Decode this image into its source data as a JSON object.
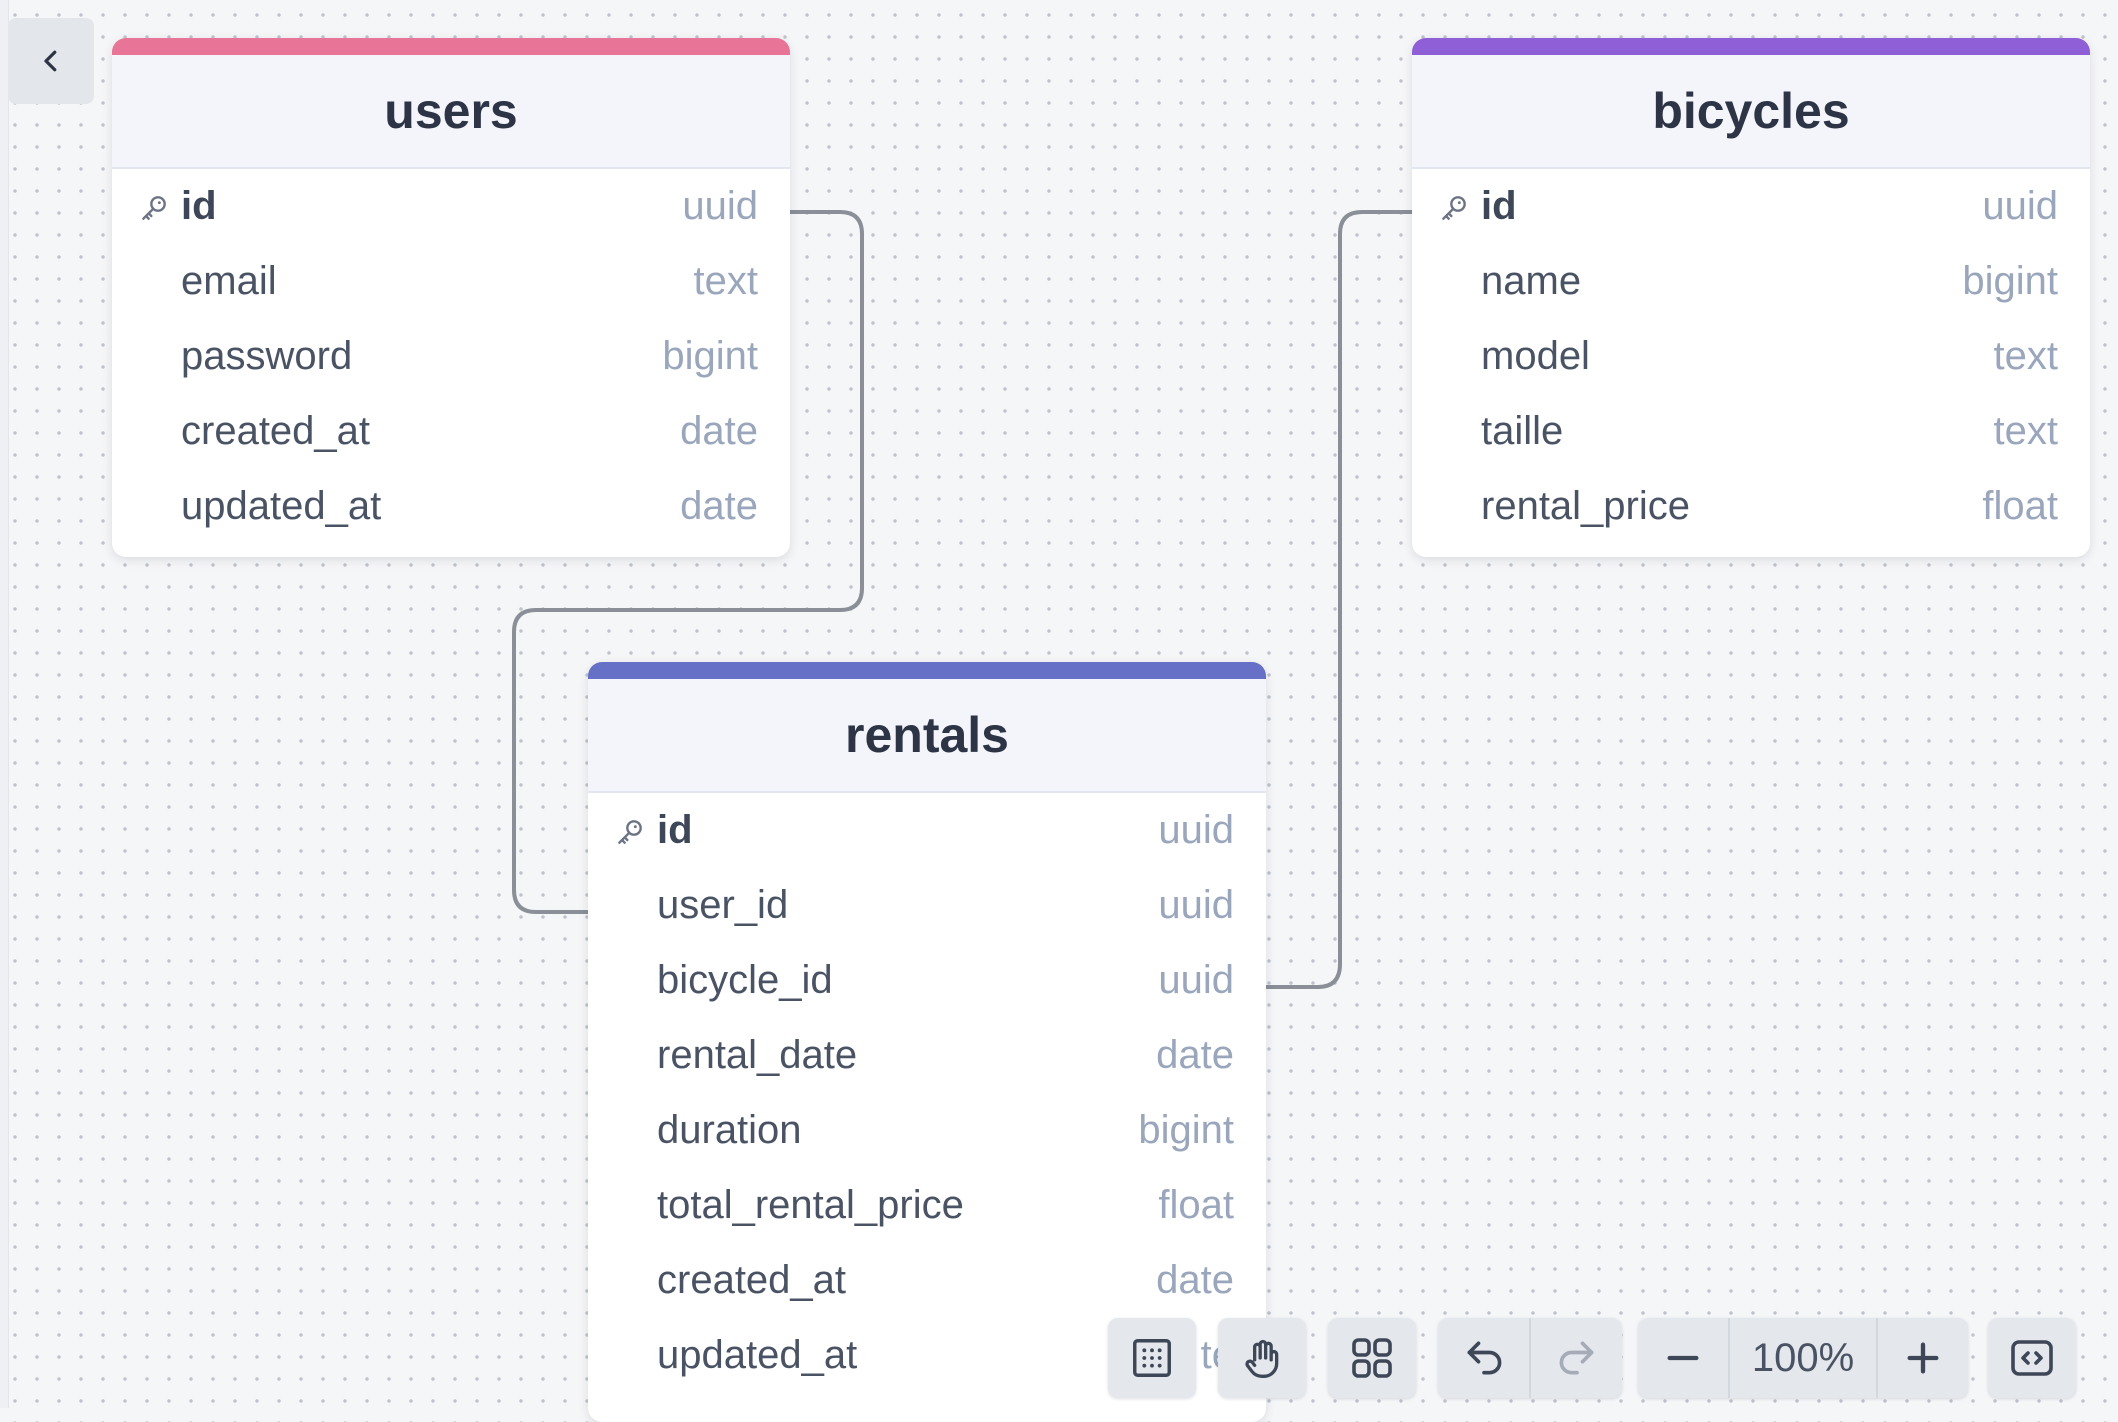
{
  "canvas": {
    "collapse_icon": "chevron-left-icon"
  },
  "tables": [
    {
      "name": "users",
      "accent_color": "#e87597",
      "columns": [
        {
          "name": "id",
          "type": "uuid",
          "primary_key": true
        },
        {
          "name": "email",
          "type": "text"
        },
        {
          "name": "password",
          "type": "bigint"
        },
        {
          "name": "created_at",
          "type": "date"
        },
        {
          "name": "updated_at",
          "type": "date"
        }
      ]
    },
    {
      "name": "bicycles",
      "accent_color": "#8e5fd6",
      "columns": [
        {
          "name": "id",
          "type": "uuid",
          "primary_key": true
        },
        {
          "name": "name",
          "type": "bigint"
        },
        {
          "name": "model",
          "type": "text"
        },
        {
          "name": "taille",
          "type": "text"
        },
        {
          "name": "rental_price",
          "type": "float"
        }
      ]
    },
    {
      "name": "rentals",
      "accent_color": "#6670c7",
      "columns": [
        {
          "name": "id",
          "type": "uuid",
          "primary_key": true
        },
        {
          "name": "user_id",
          "type": "uuid"
        },
        {
          "name": "bicycle_id",
          "type": "uuid"
        },
        {
          "name": "rental_date",
          "type": "date"
        },
        {
          "name": "duration",
          "type": "bigint"
        },
        {
          "name": "total_rental_price",
          "type": "float"
        },
        {
          "name": "created_at",
          "type": "date"
        },
        {
          "name": "updated_at",
          "type": "te"
        }
      ]
    }
  ],
  "relations": [
    {
      "from": "users.id",
      "to": "rentals.user_id"
    },
    {
      "from": "bicycles.id",
      "to": "rentals.bicycle_id"
    }
  ],
  "toolbar": {
    "grid_icon": "grid-dots-icon",
    "pan_icon": "hand-icon",
    "layout_icon": "auto-layout-icon",
    "undo_icon": "undo-icon",
    "redo_icon": "redo-icon",
    "zoom_out_icon": "minus-icon",
    "zoom_level": "100%",
    "zoom_in_icon": "plus-icon",
    "code_icon": "code-icon"
  },
  "colors": {
    "connector": "#8a8f98",
    "key_icon": "#6b7384"
  }
}
